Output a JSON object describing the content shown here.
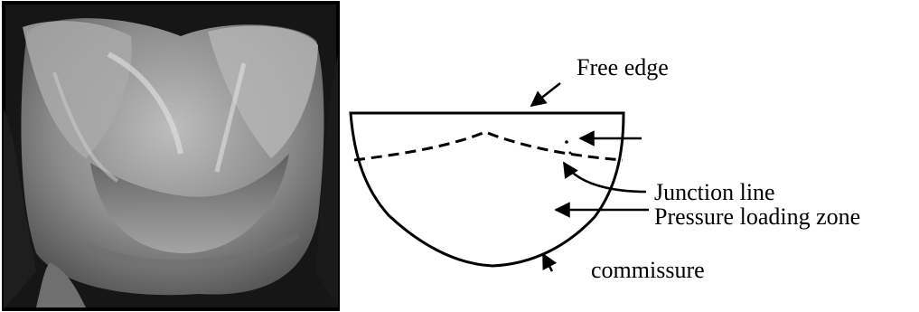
{
  "labels": {
    "free_edge": "Free edge",
    "junction_line": "Junction line",
    "pressure_loading_zone": "Pressure loading zone",
    "commissure": "commissure"
  },
  "colors": {
    "ink": "#000000",
    "photo_dark": "#1a1a1a",
    "photo_tissue": "#9a9a9a",
    "photo_highlight": "#d8d8d8"
  }
}
